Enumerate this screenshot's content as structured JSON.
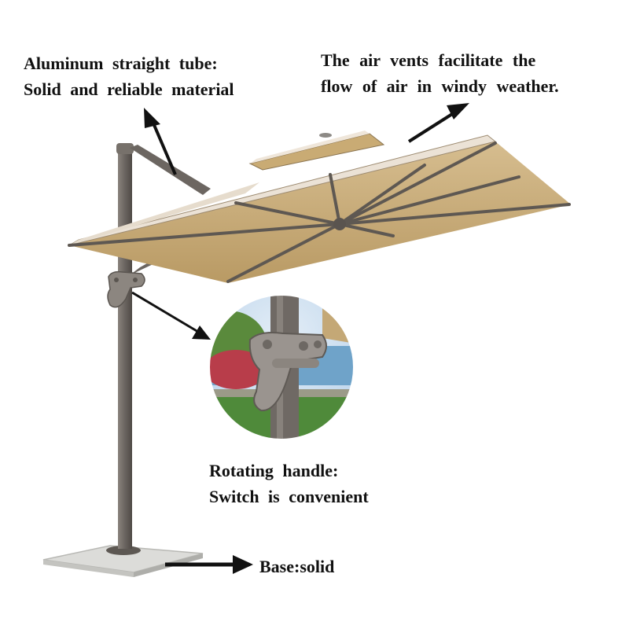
{
  "callouts": {
    "tube": {
      "line1": "Aluminum straight tube:",
      "line2": "Solid and reliable material"
    },
    "vents": {
      "line1": "The air vents facilitate the",
      "line2": "flow of air in windy weather."
    },
    "handle": {
      "line1": "Rotating handle:",
      "line2": "Switch is convenient"
    },
    "base": {
      "line1": "Base:solid"
    }
  },
  "colors": {
    "canopy_top": "#e8ddd0",
    "canopy_under": "#c4a876",
    "frame": "#6e6863",
    "base": "#d9d9d6",
    "text": "#111111",
    "sky": "#cfe0f0",
    "grass": "#4f8a3a"
  }
}
